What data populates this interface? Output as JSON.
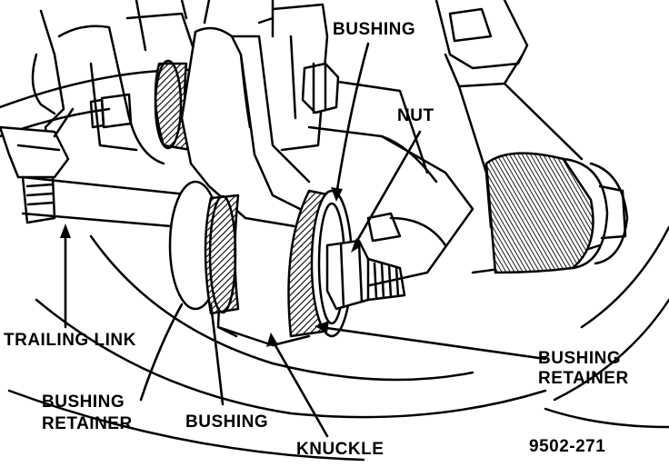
{
  "labels": {
    "bushing_top": "BUSHING",
    "nut": "NUT",
    "trailing_link": "TRAILING LINK",
    "bushing_retainer_right_1": "BUSHING",
    "bushing_retainer_right_2": "RETAINER",
    "bushing_retainer_left_1": "BUSHING",
    "bushing_retainer_left_2": "RETAINER",
    "bushing_bottom": "BUSHING",
    "knuckle": "KNUCKLE"
  },
  "figure_number": "9502-271",
  "colors": {
    "ink": "#000000",
    "paper": "#ffffff"
  }
}
